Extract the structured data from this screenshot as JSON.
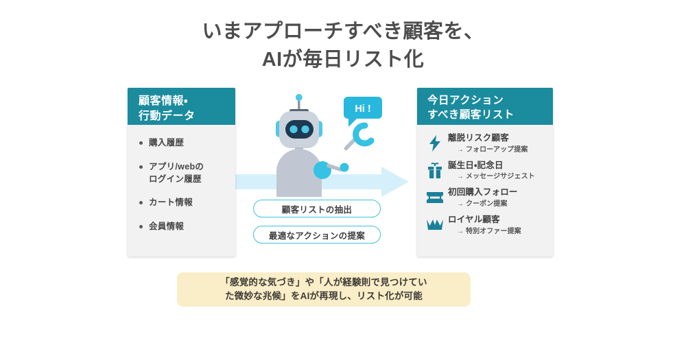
{
  "title": {
    "line1": "いまアプローチすべき顧客を、",
    "line2": "AIが毎日リスト化"
  },
  "left_panel": {
    "header_line1": "顧客情報・",
    "header_line2": "行動データ",
    "items": [
      {
        "line1": "購入履歴",
        "line2": ""
      },
      {
        "line1": "アプリ/webの",
        "line2": "ログイン履歴"
      },
      {
        "line1": "カート情報",
        "line2": ""
      },
      {
        "line1": "会員情報",
        "line2": ""
      }
    ]
  },
  "right_panel": {
    "header_line1": "今日アクション",
    "header_line2": "すべき顧客リスト",
    "items": [
      {
        "icon": "lightning-bolt-icon",
        "main": "離脱リスク顧客",
        "sub": "→ フォローアップ提案"
      },
      {
        "icon": "gift-box-icon",
        "main": "誕生日・記念日",
        "sub": "→ メッセージサジェスト"
      },
      {
        "icon": "coupon-ticket-icon",
        "main": "初回購入フォロー",
        "sub": "→ クーポン提案"
      },
      {
        "icon": "crown-icon",
        "main": "ロイヤル顧客",
        "sub": "→ 特別オファー提案"
      }
    ]
  },
  "center": {
    "robot_icon": "ai-robot-icon",
    "speech_bubble": "Hi !",
    "flow_arrow_icon": "right-arrow-band-icon",
    "pill_extract": "顧客リストの抽出",
    "pill_action": "最適なアクションの提案"
  },
  "caption": {
    "line1": "「感覚的な気づき」や「人が経験則で見つけてい",
    "line2": "た微妙な兆候」をAIが再現し、リスト化が可能"
  },
  "colors": {
    "teal_header": "#1b8b9e",
    "panel_body": "#f2f2f2",
    "cyan_accent": "#3ec0e0",
    "cyan_bubble": "#29b8dd",
    "arrow_band": "#d5f0fa",
    "icon_teal": "#1a8099",
    "caption_bg": "#faeec8",
    "title_text": "#4d4d4d",
    "robot_body": "#c7ced9",
    "robot_face": "#1e3a52"
  }
}
